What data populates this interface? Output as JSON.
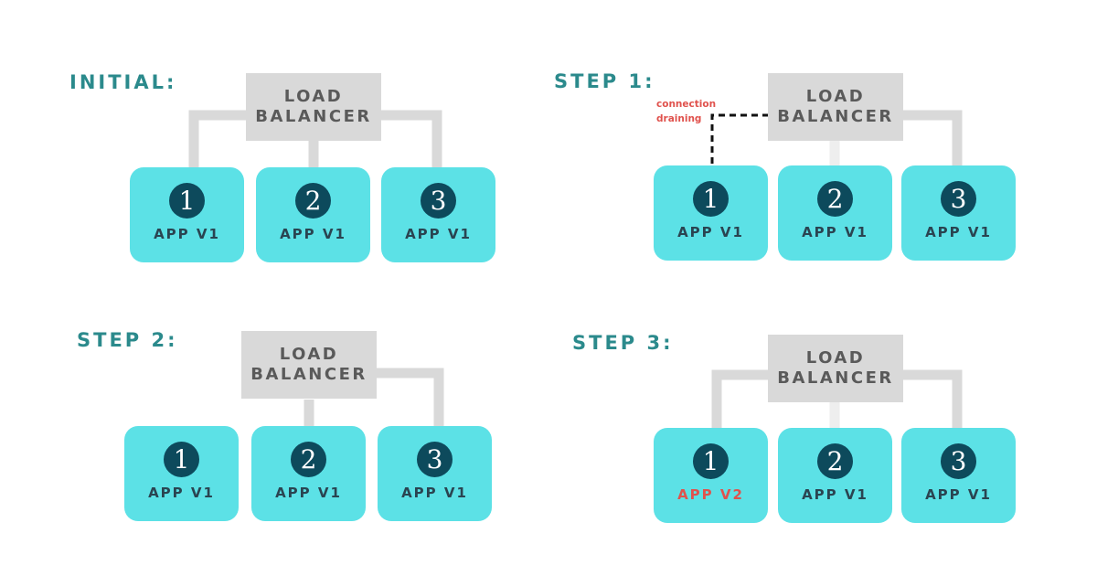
{
  "steps": {
    "initial": {
      "label": "INITIAL:",
      "lb": {
        "line1": "LOAD",
        "line2": "BALANCER"
      },
      "apps": [
        {
          "number": "1",
          "version": "APP V1"
        },
        {
          "number": "2",
          "version": "APP V1"
        },
        {
          "number": "3",
          "version": "APP V1"
        }
      ]
    },
    "step1": {
      "label": "STEP 1:",
      "lb": {
        "line1": "LOAD",
        "line2": "BALANCER"
      },
      "note": {
        "line1": "connection",
        "line2": "draining"
      },
      "apps": [
        {
          "number": "1",
          "version": "APP V1"
        },
        {
          "number": "2",
          "version": "APP V1"
        },
        {
          "number": "3",
          "version": "APP V1"
        }
      ]
    },
    "step2": {
      "label": "STEP 2:",
      "lb": {
        "line1": "LOAD",
        "line2": "BALANCER"
      },
      "apps": [
        {
          "number": "1",
          "version": "APP V1"
        },
        {
          "number": "2",
          "version": "APP V1"
        },
        {
          "number": "3",
          "version": "APP V1"
        }
      ]
    },
    "step3": {
      "label": "STEP 3:",
      "lb": {
        "line1": "LOAD",
        "line2": "BALANCER"
      },
      "apps": [
        {
          "number": "1",
          "version": "APP V2"
        },
        {
          "number": "2",
          "version": "APP V1"
        },
        {
          "number": "3",
          "version": "APP V1"
        }
      ]
    }
  },
  "colors": {
    "label": "#2b8a8c",
    "load_balancer": "#d9d9d9",
    "app_box": "#5ce1e6",
    "number_circle": "#0d4a5c",
    "app_text": "#2a4451",
    "highlight": "#e0524d",
    "connection": "#d9d9d9"
  }
}
